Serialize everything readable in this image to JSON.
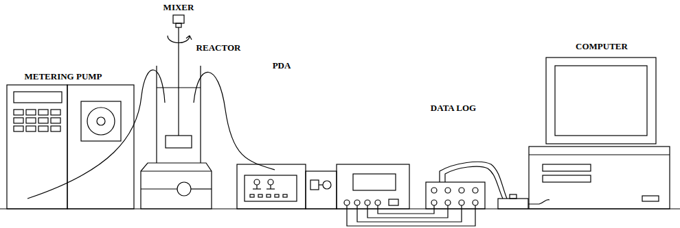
{
  "diagram": {
    "labels": [
      "MIXER",
      "REACTOR",
      "METERING PUMP",
      "PDA",
      "DATA LOG",
      "COMPUTER"
    ]
  }
}
